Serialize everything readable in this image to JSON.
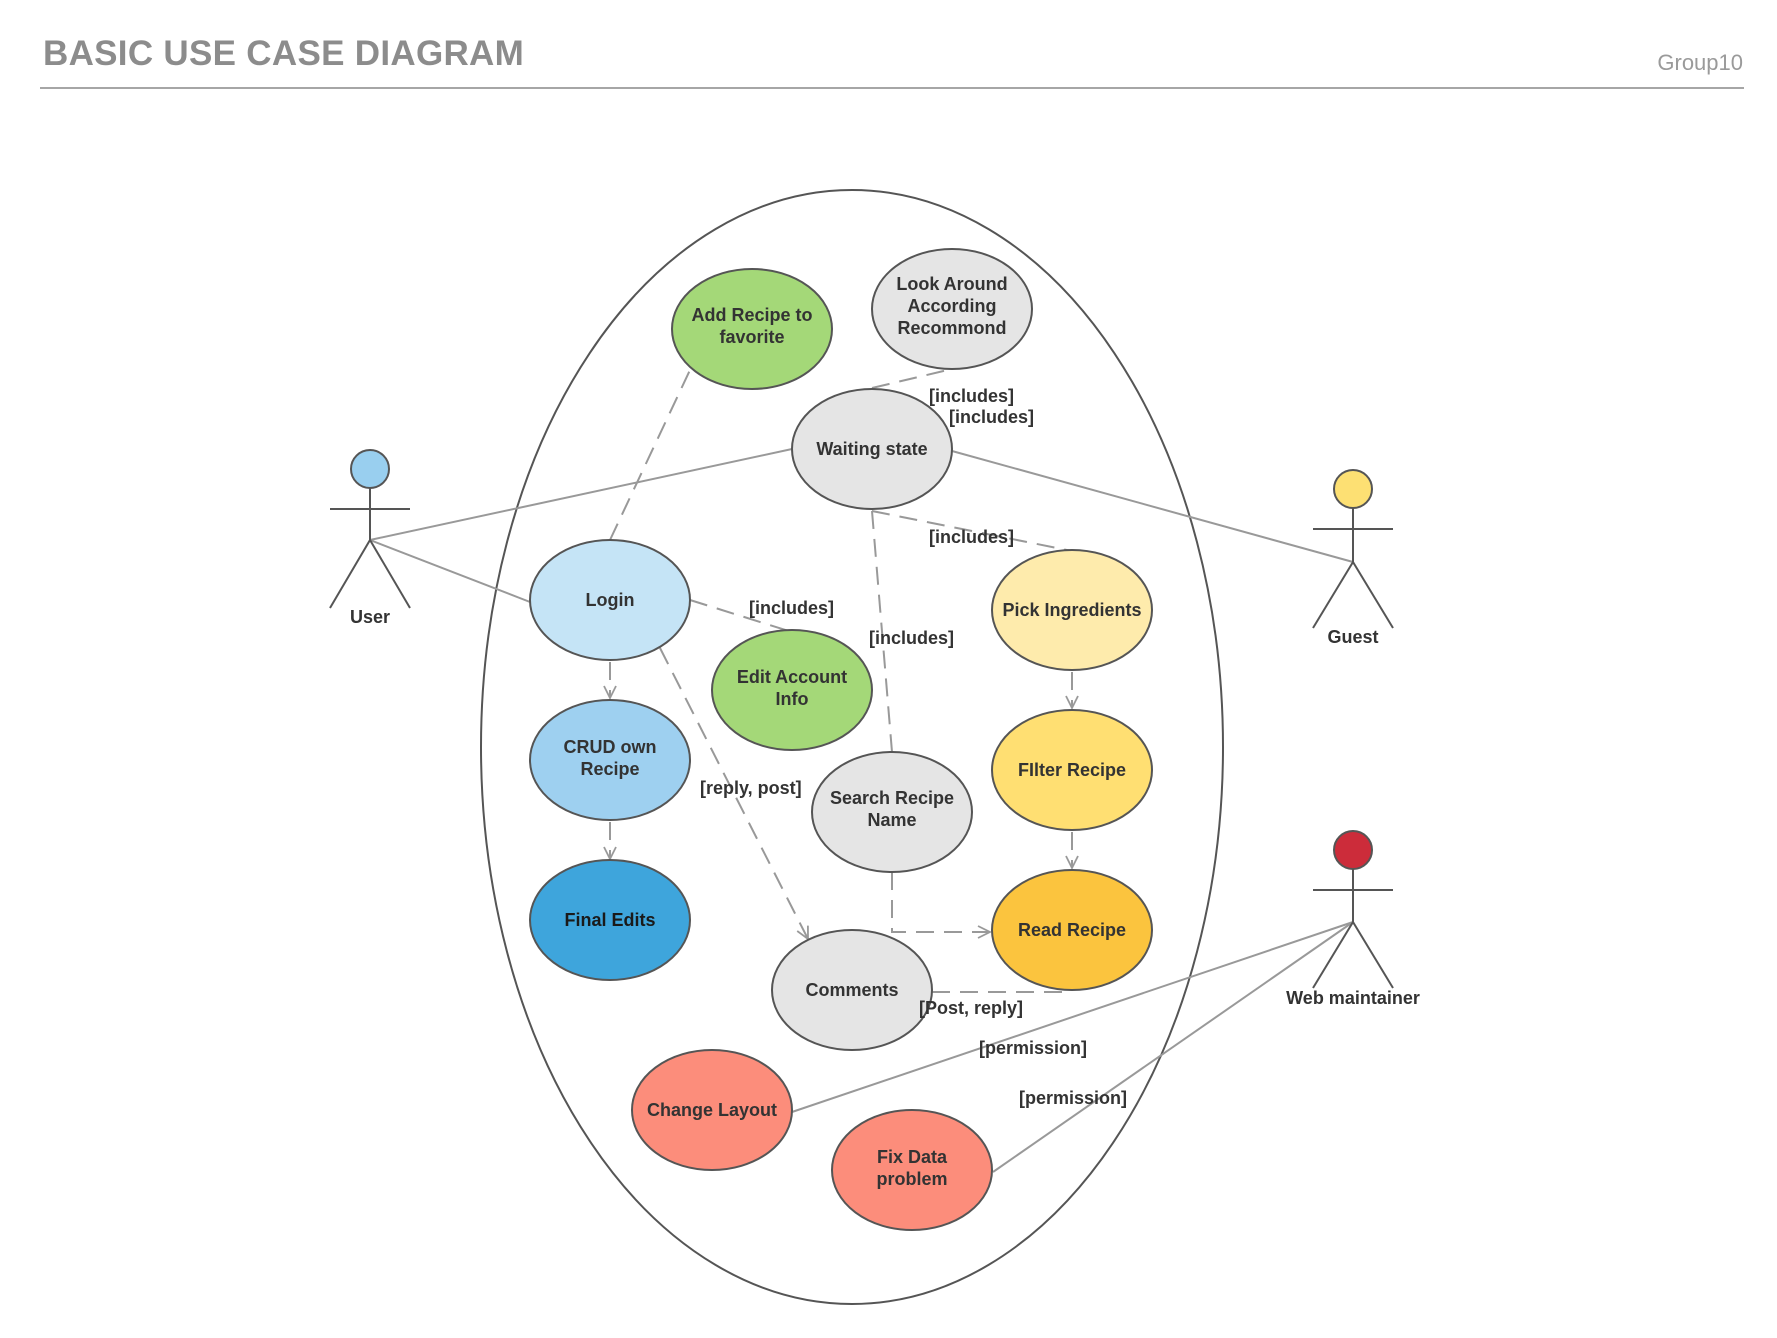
{
  "header": {
    "title": "BASIC USE CASE DIAGRAM",
    "group": "Group10"
  },
  "actors": {
    "user": {
      "label": "User",
      "color": "#99cfef"
    },
    "guest": {
      "label": "Guest",
      "color": "#fde073"
    },
    "web_maintainer": {
      "label": "Web maintainer",
      "color": "#cc2c3a"
    }
  },
  "use_cases": {
    "add_fav": {
      "lines": [
        "Add Recipe to",
        "favorite"
      ],
      "color": "#a4d878"
    },
    "look_around": {
      "lines": [
        "Look Around",
        "According",
        "Recommond"
      ],
      "color": "#e5e5e5"
    },
    "waiting": {
      "lines": [
        "Waiting state"
      ],
      "color": "#e5e5e5"
    },
    "login": {
      "lines": [
        "Login"
      ],
      "color": "#c5e4f6"
    },
    "edit_account": {
      "lines": [
        "Edit Account",
        "Info"
      ],
      "color": "#a4d878"
    },
    "pick_ingredients": {
      "lines": [
        "Pick Ingredients"
      ],
      "color": "#feebac"
    },
    "crud": {
      "lines": [
        "CRUD own",
        "Recipe"
      ],
      "color": "#9ed0f0"
    },
    "search": {
      "lines": [
        "Search Recipe",
        "Name"
      ],
      "color": "#e5e5e5"
    },
    "filter": {
      "lines": [
        "FIlter Recipe"
      ],
      "color": "#ffdf72"
    },
    "final_edits": {
      "lines": [
        "Final Edits"
      ],
      "color": "#3ea5dc"
    },
    "read": {
      "lines": [
        "Read Recipe"
      ],
      "color": "#fbc43e"
    },
    "comments": {
      "lines": [
        "Comments"
      ],
      "color": "#e5e5e5"
    },
    "change_layout": {
      "lines": [
        "Change Layout"
      ],
      "color": "#fc8d7b"
    },
    "fix_data": {
      "lines": [
        "Fix Data",
        "problem"
      ],
      "color": "#fc8d7b"
    }
  },
  "edge_labels": {
    "includes_1": "[includes]",
    "includes_2": "[includes]",
    "includes_3": "[includes]",
    "includes_4": "[includes]",
    "includes_5": "[includes]",
    "reply_post": "[reply, post]",
    "post_reply": "[Post, reply]",
    "permission_1": "[permission]",
    "permission_2": "[permission]"
  }
}
